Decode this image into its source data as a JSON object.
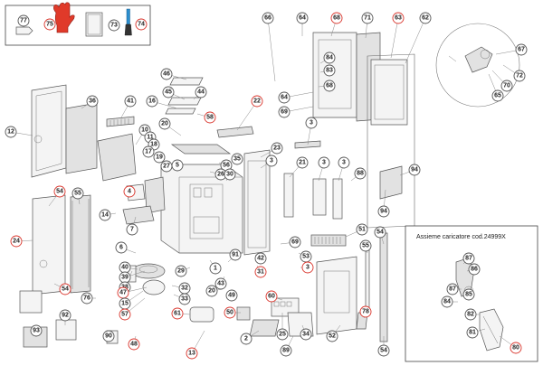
{
  "accessories_box": {
    "glove": "75",
    "manual": "73",
    "brush": "74",
    "tag": "77"
  },
  "assembly_box": {
    "title": "Assieme caricatore  cod.24999X"
  },
  "colors": {
    "red_circle": "#d9342b",
    "gray_circle": "#555555",
    "glove": "#e03a2a",
    "brush": "#2c8fcf"
  },
  "labels": [
    {
      "id": "l77",
      "text": "77",
      "red": false
    },
    {
      "id": "l75",
      "text": "75",
      "red": true
    },
    {
      "id": "l73",
      "text": "73",
      "red": false
    },
    {
      "id": "l74",
      "text": "74",
      "red": true
    },
    {
      "id": "l12",
      "text": "12",
      "red": false
    },
    {
      "id": "l36",
      "text": "36",
      "red": false
    },
    {
      "id": "l41",
      "text": "41",
      "red": false
    },
    {
      "id": "l46",
      "text": "46",
      "red": false
    },
    {
      "id": "l45",
      "text": "45",
      "red": false
    },
    {
      "id": "l44",
      "text": "44",
      "red": false
    },
    {
      "id": "l16",
      "text": "16",
      "red": false
    },
    {
      "id": "l58",
      "text": "58",
      "red": true
    },
    {
      "id": "l20",
      "text": "20",
      "red": false
    },
    {
      "id": "l10",
      "text": "10",
      "red": false
    },
    {
      "id": "l11",
      "text": "11",
      "red": false
    },
    {
      "id": "l18",
      "text": "18",
      "red": false
    },
    {
      "id": "l17",
      "text": "17",
      "red": false
    },
    {
      "id": "l19",
      "text": "19",
      "red": false
    },
    {
      "id": "l27",
      "text": "27",
      "red": false
    },
    {
      "id": "l5",
      "text": "5",
      "red": false
    },
    {
      "id": "l4",
      "text": "4",
      "red": true
    },
    {
      "id": "l14",
      "text": "14",
      "red": false
    },
    {
      "id": "l7",
      "text": "7",
      "red": false
    },
    {
      "id": "l54a",
      "text": "54",
      "red": true
    },
    {
      "id": "l55a",
      "text": "55",
      "red": false
    },
    {
      "id": "l24",
      "text": "24",
      "red": true
    },
    {
      "id": "l54b",
      "text": "54",
      "red": true
    },
    {
      "id": "l6",
      "text": "6",
      "red": false
    },
    {
      "id": "l40",
      "text": "40",
      "red": false
    },
    {
      "id": "l39",
      "text": "39",
      "red": false
    },
    {
      "id": "l38",
      "text": "38",
      "red": false
    },
    {
      "id": "l47",
      "text": "47",
      "red": true
    },
    {
      "id": "l15",
      "text": "15",
      "red": false
    },
    {
      "id": "l57",
      "text": "57",
      "red": true
    },
    {
      "id": "l76",
      "text": "76",
      "red": false
    },
    {
      "id": "l92",
      "text": "92",
      "red": false
    },
    {
      "id": "l93",
      "text": "93",
      "red": false
    },
    {
      "id": "l90",
      "text": "90",
      "red": false
    },
    {
      "id": "l48",
      "text": "48",
      "red": true
    },
    {
      "id": "l13",
      "text": "13",
      "red": true
    },
    {
      "id": "l61",
      "text": "61",
      "red": true
    },
    {
      "id": "l32",
      "text": "32",
      "red": false
    },
    {
      "id": "l33",
      "text": "33",
      "red": false
    },
    {
      "id": "l29",
      "text": "29",
      "red": false
    },
    {
      "id": "l1",
      "text": "1",
      "red": false
    },
    {
      "id": "l43",
      "text": "43",
      "red": false
    },
    {
      "id": "l20b",
      "text": "20",
      "red": false
    },
    {
      "id": "l49",
      "text": "49",
      "red": false
    },
    {
      "id": "l50",
      "text": "50",
      "red": true
    },
    {
      "id": "l2",
      "text": "2",
      "red": false
    },
    {
      "id": "l25",
      "text": "25",
      "red": false
    },
    {
      "id": "l89",
      "text": "89",
      "red": false
    },
    {
      "id": "l34",
      "text": "34",
      "red": false
    },
    {
      "id": "l22",
      "text": "22",
      "red": true
    },
    {
      "id": "l35",
      "text": "35",
      "red": false
    },
    {
      "id": "l56",
      "text": "56",
      "red": false
    },
    {
      "id": "l26",
      "text": "26",
      "red": false
    },
    {
      "id": "l30",
      "text": "30",
      "red": false
    },
    {
      "id": "l91",
      "text": "91",
      "red": false
    },
    {
      "id": "l42",
      "text": "42",
      "red": false
    },
    {
      "id": "l31",
      "text": "31",
      "red": true
    },
    {
      "id": "l60",
      "text": "60",
      "red": true
    },
    {
      "id": "l23",
      "text": "23",
      "red": false
    },
    {
      "id": "l3a",
      "text": "3",
      "red": false
    },
    {
      "id": "l21",
      "text": "21",
      "red": false
    },
    {
      "id": "l3b",
      "text": "3",
      "red": false
    },
    {
      "id": "l3c",
      "text": "3",
      "red": false
    },
    {
      "id": "l88",
      "text": "88",
      "red": false
    },
    {
      "id": "l3d",
      "text": "3",
      "red": false
    },
    {
      "id": "l69",
      "text": "69",
      "red": false
    },
    {
      "id": "l53",
      "text": "53",
      "red": false
    },
    {
      "id": "l3e",
      "text": "3",
      "red": true
    },
    {
      "id": "l66",
      "text": "66",
      "red": false
    },
    {
      "id": "l64a",
      "text": "64",
      "red": false
    },
    {
      "id": "l68a",
      "text": "68",
      "red": true
    },
    {
      "id": "l71",
      "text": "71",
      "red": false
    },
    {
      "id": "l63",
      "text": "63",
      "red": true
    },
    {
      "id": "l62",
      "text": "62",
      "red": false
    },
    {
      "id": "l84a",
      "text": "84",
      "red": false
    },
    {
      "id": "l83",
      "text": "83",
      "red": false
    },
    {
      "id": "l68b",
      "text": "68",
      "red": false
    },
    {
      "id": "l64b",
      "text": "64",
      "red": false
    },
    {
      "id": "l69b",
      "text": "69",
      "red": false
    },
    {
      "id": "l67",
      "text": "67",
      "red": false
    },
    {
      "id": "l72",
      "text": "72",
      "red": false
    },
    {
      "id": "l70",
      "text": "70",
      "red": false
    },
    {
      "id": "l65",
      "text": "65",
      "red": false
    },
    {
      "id": "l94a",
      "text": "94",
      "red": false
    },
    {
      "id": "l94b",
      "text": "94",
      "red": false
    },
    {
      "id": "l51",
      "text": "51",
      "red": false
    },
    {
      "id": "l55b",
      "text": "55",
      "red": false
    },
    {
      "id": "l54c",
      "text": "54",
      "red": false
    },
    {
      "id": "l78",
      "text": "78",
      "red": true
    },
    {
      "id": "l52",
      "text": "52",
      "red": false
    },
    {
      "id": "l54d",
      "text": "54",
      "red": false
    },
    {
      "id": "l87",
      "text": "87",
      "red": false
    },
    {
      "id": "l86",
      "text": "86",
      "red": false
    },
    {
      "id": "l87b",
      "text": "87",
      "red": false
    },
    {
      "id": "l85",
      "text": "85",
      "red": false
    },
    {
      "id": "l84b",
      "text": "84",
      "red": false
    },
    {
      "id": "l82",
      "text": "82",
      "red": false
    },
    {
      "id": "l81",
      "text": "81",
      "red": false
    },
    {
      "id": "l80",
      "text": "80",
      "red": true
    }
  ]
}
